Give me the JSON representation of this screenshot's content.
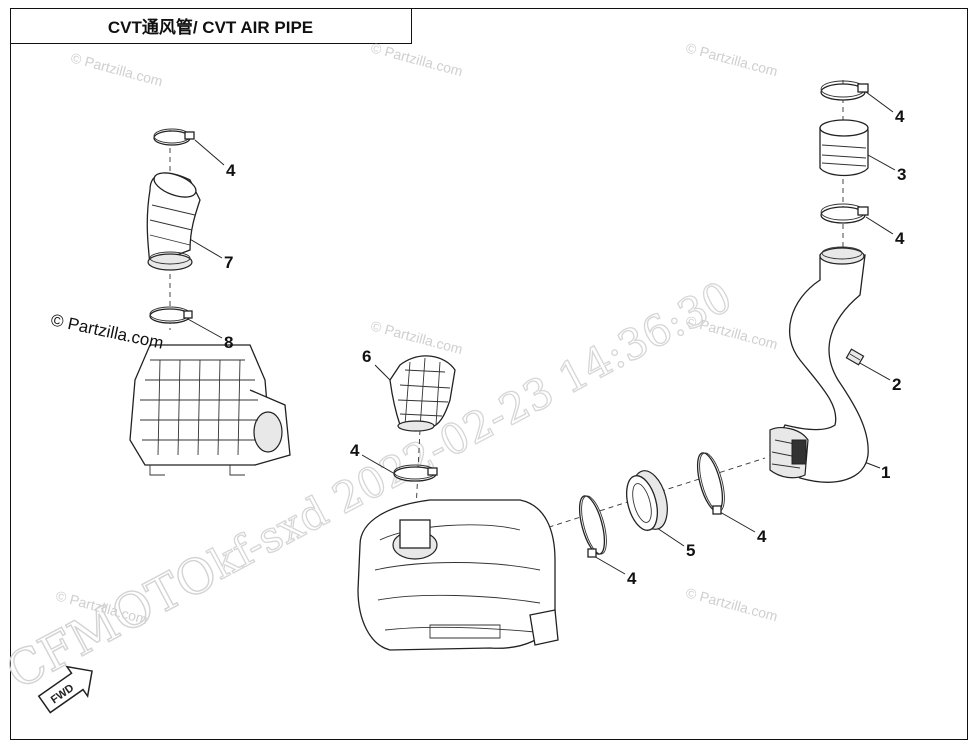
{
  "title": "CVT通风管/ CVT AIR PIPE",
  "copyright": "© Partzilla.com",
  "watermarks": {
    "site": "© Partzilla.com",
    "timestamp": "kf-sxd 2022-02-23 14:36:30",
    "brand": "CFMOTO"
  },
  "fwd_label": "FWD",
  "callouts": {
    "c1": "1",
    "c2": "2",
    "c3": "3",
    "c4a": "4",
    "c4b": "4",
    "c4c": "4",
    "c4d": "4",
    "c4e": "4",
    "c4f": "4",
    "c5": "5",
    "c6": "6",
    "c7": "7",
    "c8": "8"
  }
}
